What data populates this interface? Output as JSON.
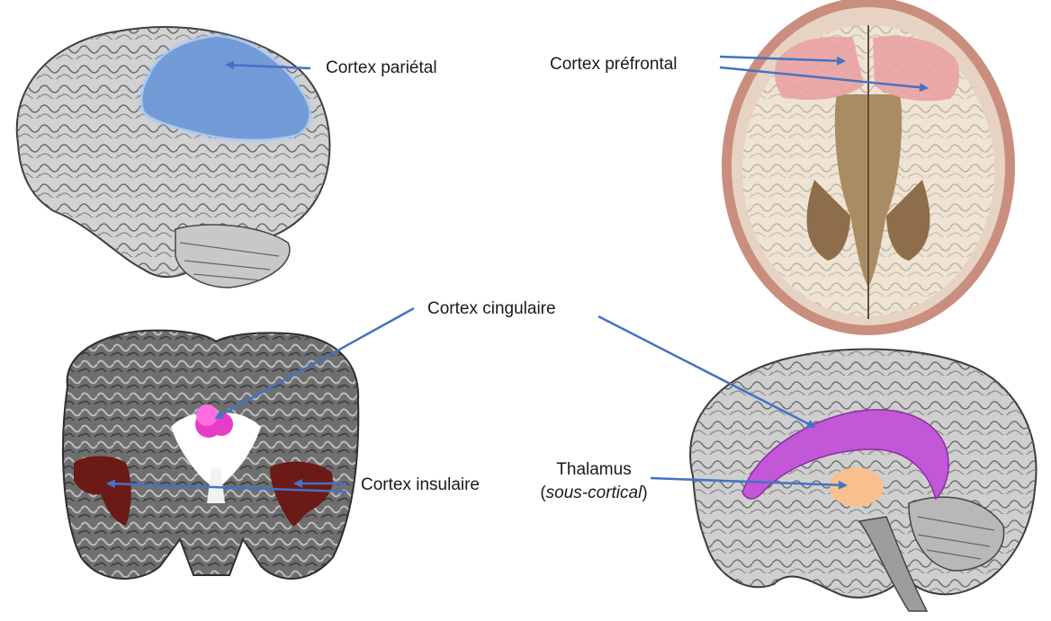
{
  "labels": {
    "parietal": "Cortex pariétal",
    "prefrontal": "Cortex préfrontal",
    "cingulate": "Cortex cingulaire",
    "insular": "Cortex insulaire",
    "thalamus": "Thalamus",
    "thalamus_note_open": "(",
    "thalamus_note": "sous-cortical",
    "thalamus_note_close": ")"
  },
  "colors": {
    "arrow": "#4472c4",
    "parietal_fill": "#6d97d6",
    "prefrontal_fill": "#e9a2a2",
    "cingulate_fill": "#c257d8",
    "cingulate_coronal_fill": "#e83bc8",
    "insular_fill": "#6b1a16",
    "thalamus_fill": "#f7c08e"
  }
}
